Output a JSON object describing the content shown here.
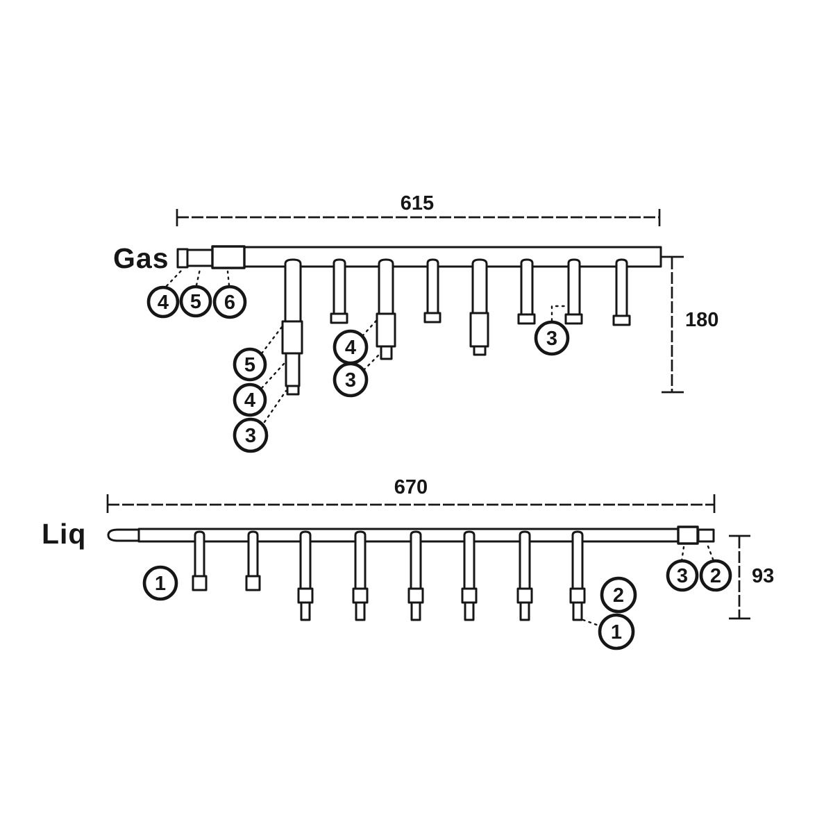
{
  "colors": {
    "background": "#ffffff",
    "ink": "#161616"
  },
  "gas": {
    "label": "Gas",
    "length_dim": "615",
    "height_dim": "180",
    "end_callouts": [
      "4",
      "5",
      "6"
    ],
    "branch1_callouts": [
      "5",
      "4",
      "3"
    ],
    "branch3_callouts": [
      "4",
      "3"
    ],
    "branch7_callout": "3"
  },
  "liq": {
    "label": "Liq",
    "length_dim": "670",
    "height_dim": "93",
    "left_callout": "1",
    "branch8_callouts": [
      "2",
      "1"
    ],
    "end_callouts": [
      "3",
      "2"
    ]
  }
}
